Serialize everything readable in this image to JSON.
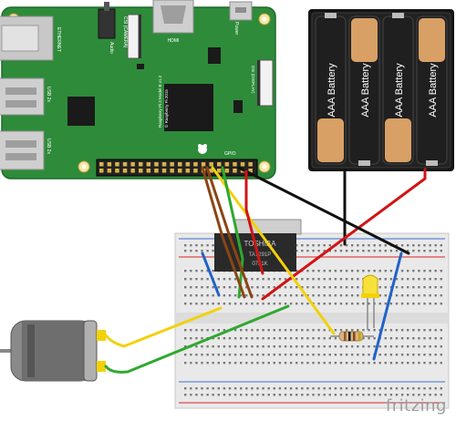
{
  "pi": {
    "board_text": "Raspberry Pi 3 Model B v1.2",
    "copyright": "© Raspberry Pi 2015",
    "ethernet": "ETHERNET",
    "usb1": "USB 2x",
    "usb2": "USB 2x",
    "audio": "Audio",
    "hdmi": "HDMI",
    "power": "Power",
    "camera": "CSI (CAMERA)",
    "display": "DSI (DISPLAY)",
    "gpio": "GPIO"
  },
  "battery": {
    "cells": [
      "AAA Battery",
      "AAA Battery",
      "AAA Battery",
      "AAA Battery"
    ]
  },
  "chip": {
    "label_line1": "TOSHIBA",
    "label_line2": "TA7291P",
    "label_line3": "0751K"
  },
  "watermark": "fritzing",
  "colors": {
    "pcb": "#2e8b3a",
    "battery_black": "#1f1f1f",
    "battery_copper": "#d9a066",
    "wire_red": "#d21414",
    "wire_black": "#111111",
    "wire_yellow": "#f2d10a",
    "wire_green": "#2fa82f",
    "wire_brown": "#8b4513",
    "wire_blue": "#1f63c9",
    "led_yellow": "#f7e13b"
  }
}
